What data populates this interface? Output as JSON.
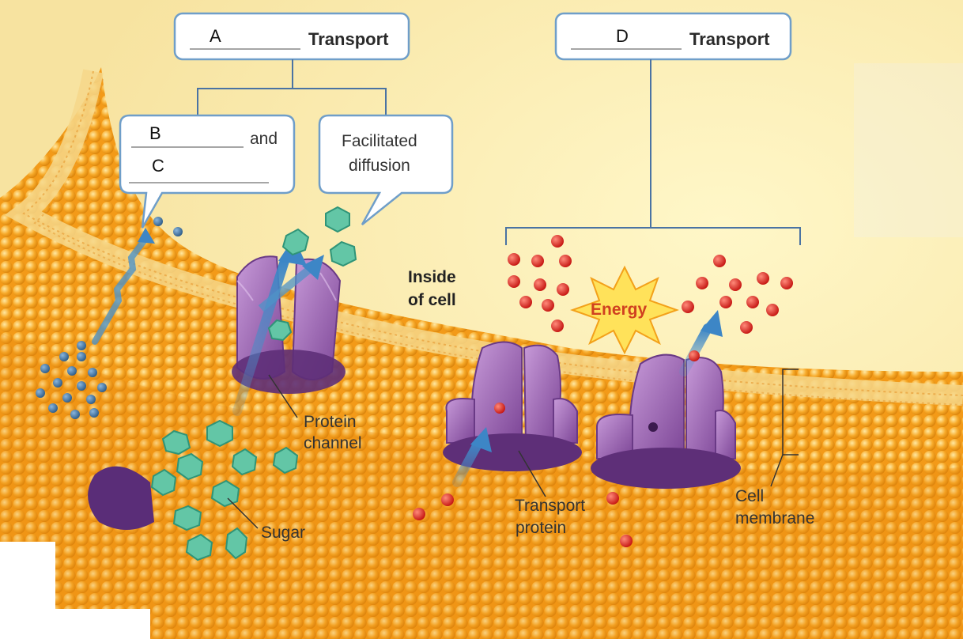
{
  "passive_box": {
    "letter": "A",
    "word": "Transport"
  },
  "active_box": {
    "letter": "D",
    "word": "Transport"
  },
  "diffusion_box": {
    "letter_b": "B",
    "and": "and",
    "letter_c": "C"
  },
  "facilitated_box": {
    "line1": "Facilitated",
    "line2": "diffusion"
  },
  "labels": {
    "inside_line1": "Inside",
    "inside_line2": "of cell",
    "energy": "Energy",
    "protein_channel_1": "Protein",
    "protein_channel_2": "channel",
    "sugar": "Sugar",
    "transport_protein_1": "Transport",
    "transport_protein_2": "protein",
    "cell_membrane_1": "Cell",
    "cell_membrane_2": "membrane"
  },
  "colors": {
    "lipid": "#f5a21c",
    "protein": "#9a62b0",
    "sugar": "#63c6a6",
    "particle_blue": "#3d6f9c",
    "particle_red": "#d8241e",
    "arrow": "#4f93c8"
  }
}
